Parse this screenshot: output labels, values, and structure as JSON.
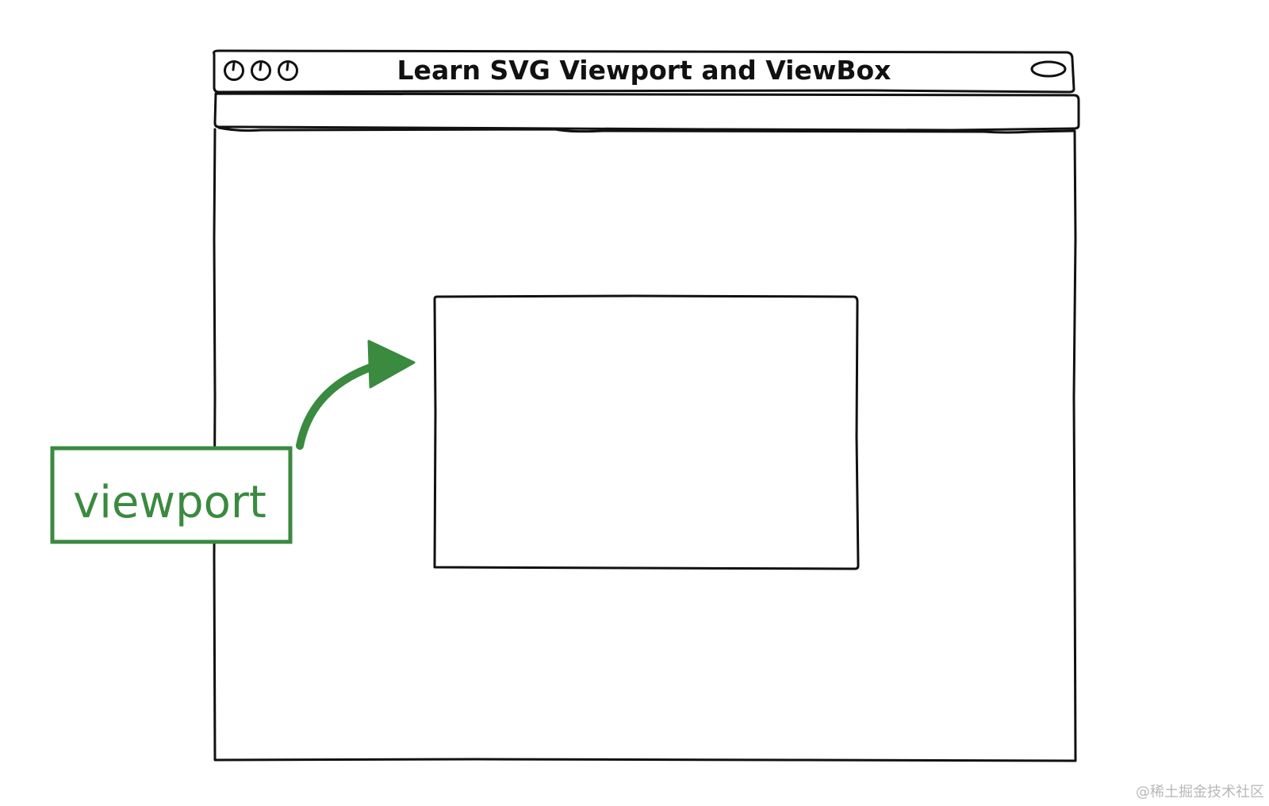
{
  "window": {
    "title": "Learn SVG Viewport and ViewBox",
    "controls": [
      "traffic-light-close",
      "traffic-light-minimize",
      "traffic-light-maximize"
    ]
  },
  "annotation": {
    "label": "viewport",
    "color": "#3a8a3f"
  },
  "watermark": {
    "text": "@稀土掘金技术社区"
  },
  "colors": {
    "ink": "#111111",
    "accent": "#3a8a3f",
    "watermark": "#b8b8b8"
  }
}
